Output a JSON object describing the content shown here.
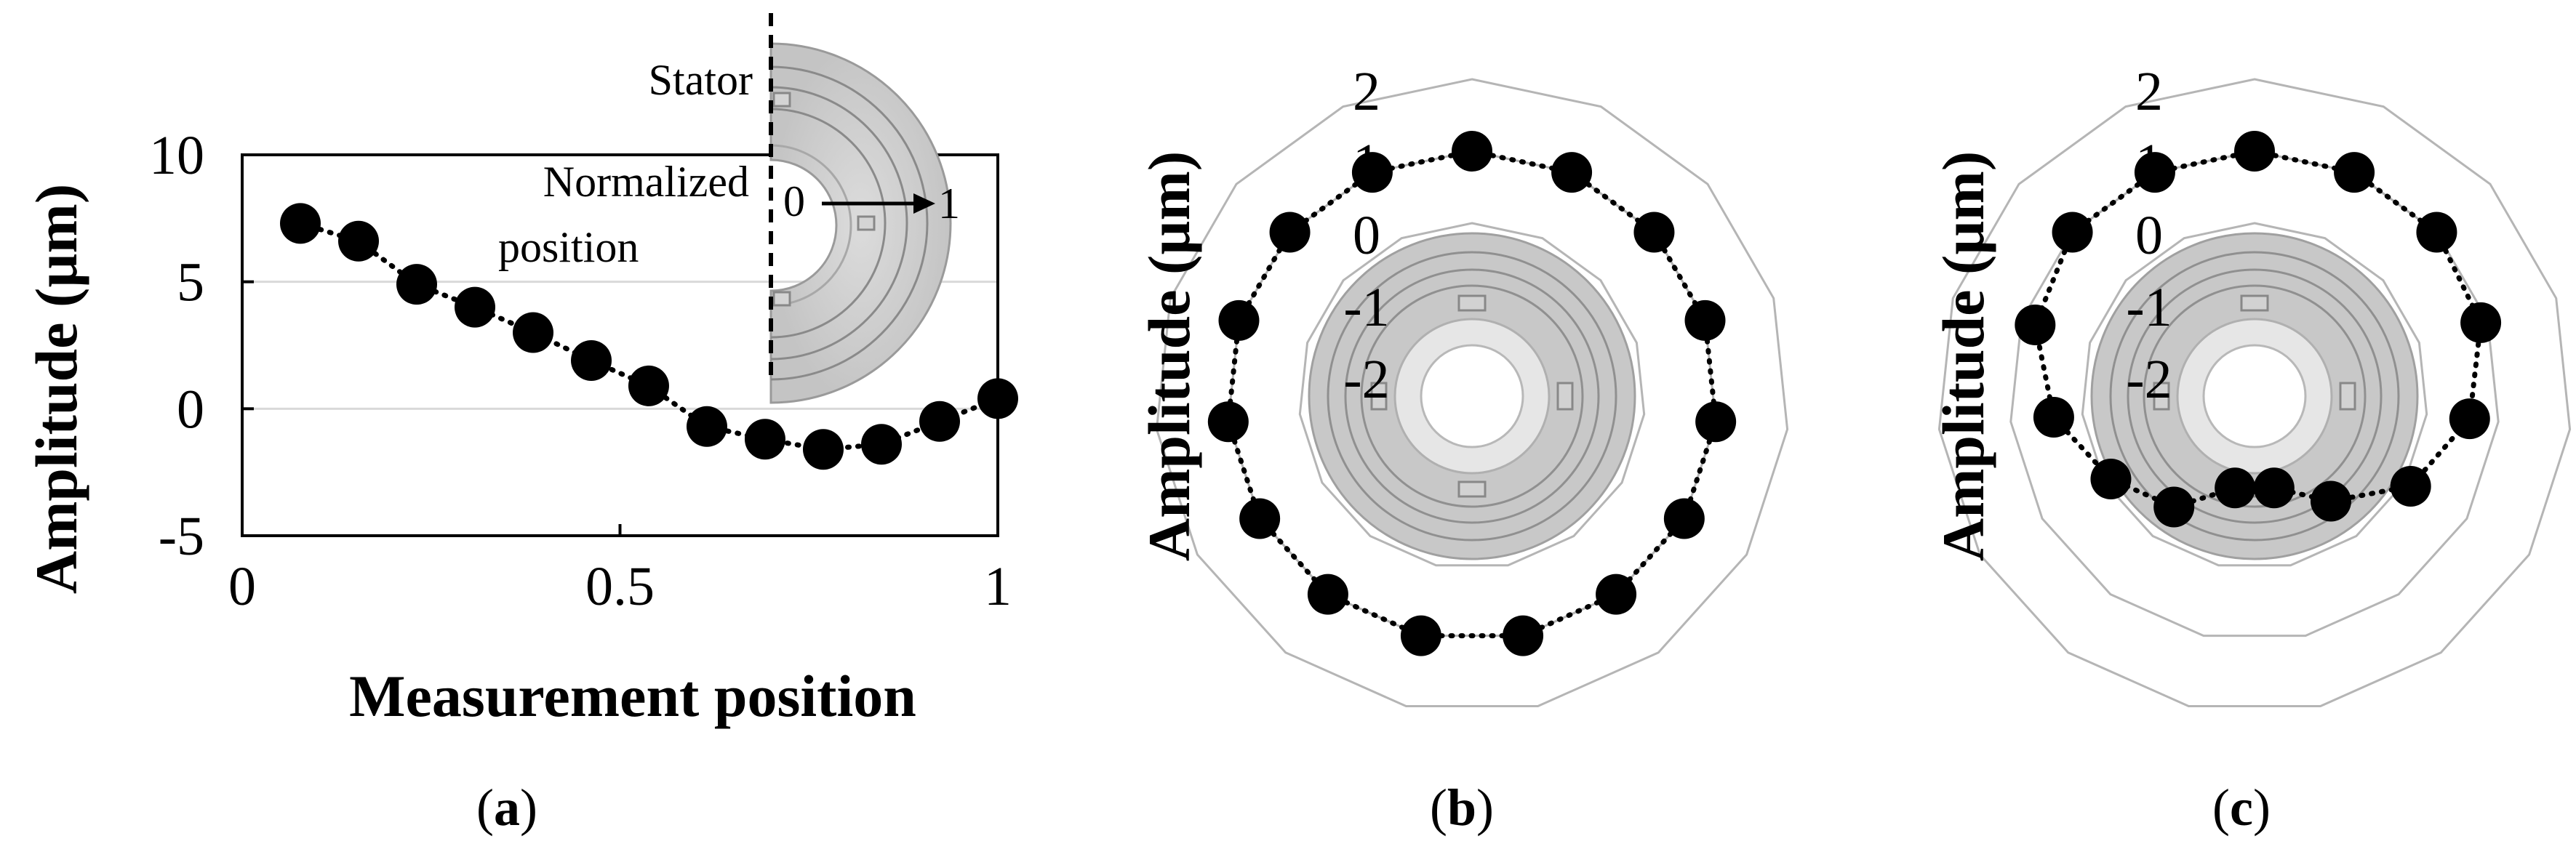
{
  "chart_data": [
    {
      "type": "scatter",
      "panel_label": "a",
      "xlabel": "Measurement position",
      "ylabel": "Amplitude (µm)",
      "xlim": [
        0,
        1
      ],
      "ylim": [
        -5,
        10
      ],
      "xticks": [
        "0",
        "0.5",
        "1"
      ],
      "yticks": [
        "10",
        "5",
        "0",
        "-5"
      ],
      "grid": "horizontal",
      "line_style": "dotted",
      "x": [
        0.077,
        0.154,
        0.231,
        0.308,
        0.385,
        0.462,
        0.538,
        0.615,
        0.692,
        0.769,
        0.846,
        0.923,
        1.0
      ],
      "y": [
        7.3,
        6.6,
        4.9,
        4.0,
        3.0,
        1.9,
        0.9,
        -0.7,
        -1.2,
        -1.6,
        -1.4,
        -0.5,
        0.4
      ],
      "inset": {
        "stator_label": "Stator",
        "position_label_line1": "Normalized",
        "position_label_line2": "position",
        "zero_label": "0",
        "one_label": "1"
      }
    },
    {
      "type": "polar",
      "panel_label": "b",
      "ylabel": "Amplitude (µm)",
      "rlim": [
        -2,
        2
      ],
      "rticks": [
        "2",
        "1",
        "0",
        "-1",
        "-2"
      ],
      "line_style": "dotted",
      "angles_deg": [
        0,
        24,
        48,
        72,
        96,
        120,
        144,
        168,
        192,
        216,
        240,
        264,
        288,
        312,
        336
      ],
      "r": [
        1.0,
        1.0,
        1.0,
        1.0,
        1.0,
        1.0,
        1.0,
        1.0,
        1.0,
        1.0,
        1.0,
        1.0,
        1.0,
        1.0,
        1.0
      ]
    },
    {
      "type": "polar",
      "panel_label": "c",
      "ylabel": "Amplitude (µm)",
      "rlim": [
        -2,
        2
      ],
      "rticks": [
        "2",
        "1",
        "0",
        "-1",
        "-2"
      ],
      "line_style": "dotted",
      "angles_deg": [
        0,
        24,
        48,
        72,
        96,
        120,
        144,
        168,
        192,
        216,
        240,
        264,
        288,
        312,
        336
      ],
      "r": [
        1.0,
        1.0,
        1.0,
        0.9,
        0.6,
        0.1,
        -0.6,
        -1.1,
        -1.1,
        -0.5,
        -0.1,
        0.4,
        0.8,
        1.0,
        1.0
      ]
    }
  ]
}
